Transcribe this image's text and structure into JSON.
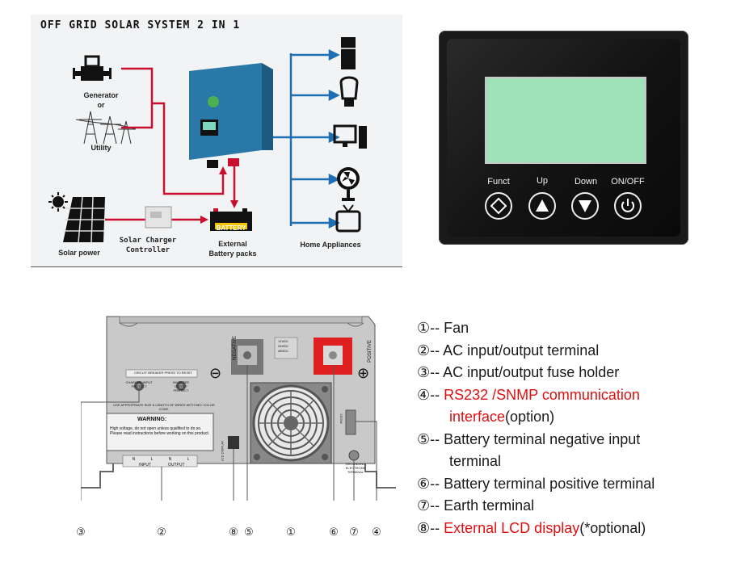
{
  "system": {
    "title": "OFF GRID SOLAR SYSTEM 2 IN 1",
    "generator_label": "Generator",
    "or_label": "or",
    "utility_label": "Utility",
    "solar_power_label": "Solar power",
    "charger_line1": "Solar Charger",
    "charger_line2": "Controller",
    "battery_tag": "BATTERY",
    "external_label": "External",
    "battery_packs_label": "Battery packs",
    "home_appliances_label": "Home Appliances"
  },
  "lcd": {
    "buttons": [
      {
        "label": "Funct",
        "icon": "diamond-icon"
      },
      {
        "label": "Up",
        "icon": "triangle-up-icon"
      },
      {
        "label": "Down",
        "icon": "triangle-down-icon"
      },
      {
        "label": "ON/OFF",
        "icon": "power-icon"
      }
    ]
  },
  "rear": {
    "negative_label": "NEGATIVE",
    "positive_label": "POSITIVE",
    "minus_symbol": "⊖",
    "plus_symbol": "⊕",
    "circuit_breaker_label": "CIRCUIT BREAKER  PRESS  TO RESET",
    "charger_input_label": "CHARGER INPUT PROTECT",
    "inverter_output_label": "INVERTER OUTPUT PROTECT",
    "wire_note": "USE APPROPRIATE SIZE & LENGTH OF WIRES WITH NEC COLOR CODE.",
    "warning_title": "WARNING:",
    "warning_text": "High voltage, do not open unless qualified to do so. Please read instructions before working on this product.",
    "terminal_labels": [
      "N",
      "L",
      "N",
      "L"
    ],
    "input_label": "INPUT",
    "output_label": "OUTPUT",
    "voltage_labels": [
      "12VDC",
      "24VDC",
      "48VDC"
    ],
    "lcd_label": "LCD DISPLAY",
    "rs232_label": "RS232",
    "grounding_label": "GROUNDING ELECTRODE TERMINAL",
    "callouts": [
      "③",
      "②",
      "⑧",
      "⑤",
      "①",
      "⑥",
      "⑦",
      "④"
    ]
  },
  "legend": [
    {
      "num": "①",
      "sep": "-- ",
      "text": "Fan",
      "red": "",
      "tail": ""
    },
    {
      "num": "②",
      "sep": "-- ",
      "text": "AC input/output terminal",
      "red": "",
      "tail": ""
    },
    {
      "num": "③",
      "sep": "-- ",
      "text": "AC input/output fuse holder",
      "red": "",
      "tail": ""
    },
    {
      "num": "④",
      "sep": "-- ",
      "text": "",
      "red": "RS232 /SNMP communication",
      "tail": ""
    },
    {
      "cont_red": "interface",
      "cont_tail": "(option)"
    },
    {
      "num": "⑤",
      "sep": "-- ",
      "text": "Battery terminal negative input",
      "red": "",
      "tail": ""
    },
    {
      "cont_text": "terminal"
    },
    {
      "num": "⑥",
      "sep": "-- ",
      "text": "Battery terminal positive terminal",
      "red": "",
      "tail": ""
    },
    {
      "num": "⑦",
      "sep": "-- ",
      "text": "Earth terminal",
      "red": "",
      "tail": ""
    },
    {
      "num": "⑧",
      "sep": "-- ",
      "text": "",
      "red": "External LCD display",
      "tail": "(*optional)"
    }
  ],
  "colors": {
    "accent_red": "#e01010",
    "wire_blue": "#1e6fb3",
    "wire_red": "#c8102e",
    "lcd_green": "#9fe1b9"
  }
}
